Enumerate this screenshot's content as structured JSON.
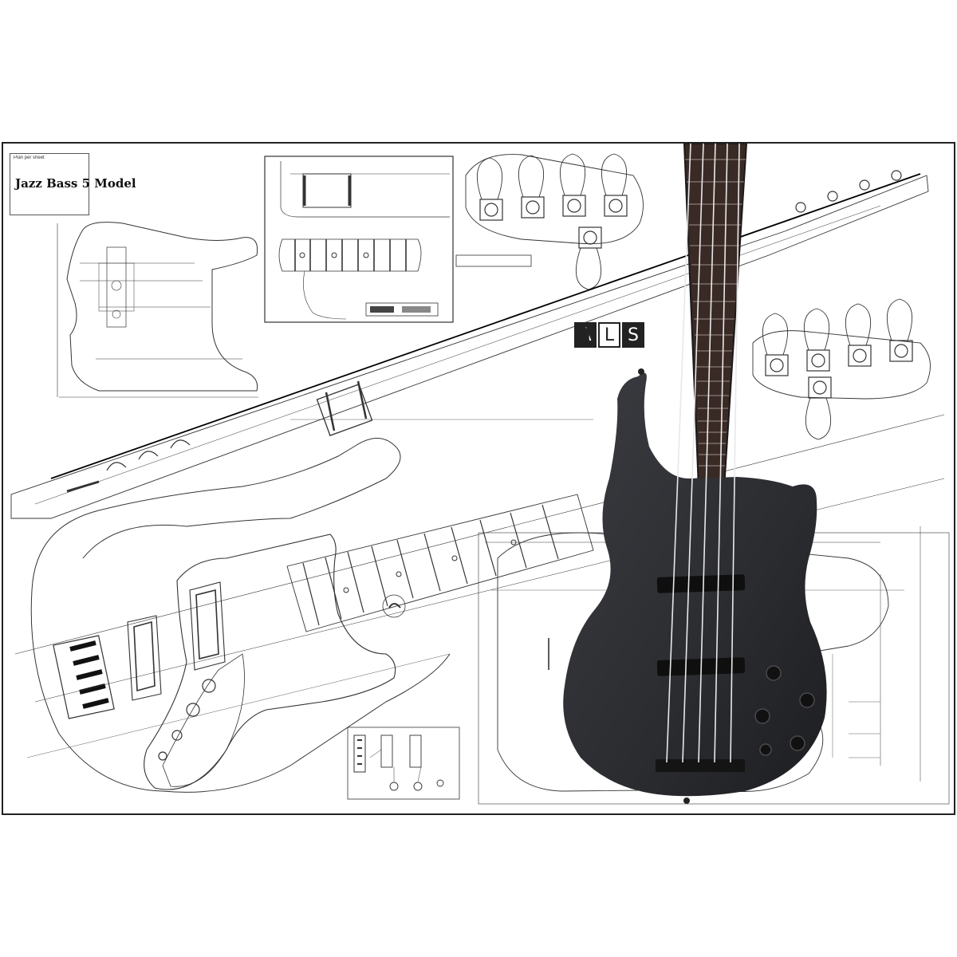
{
  "title_block": {
    "line1": "Plan per sheet",
    "title": "Jazz Bass 5 Model"
  },
  "logo": {
    "letters": [
      "A",
      "L",
      "S"
    ]
  },
  "colors": {
    "paper": "#ffffff",
    "line": "#333333",
    "guitar_body": "#2b2c30",
    "fretboard": "#3a2a26",
    "strings": "#d8d8d8"
  }
}
